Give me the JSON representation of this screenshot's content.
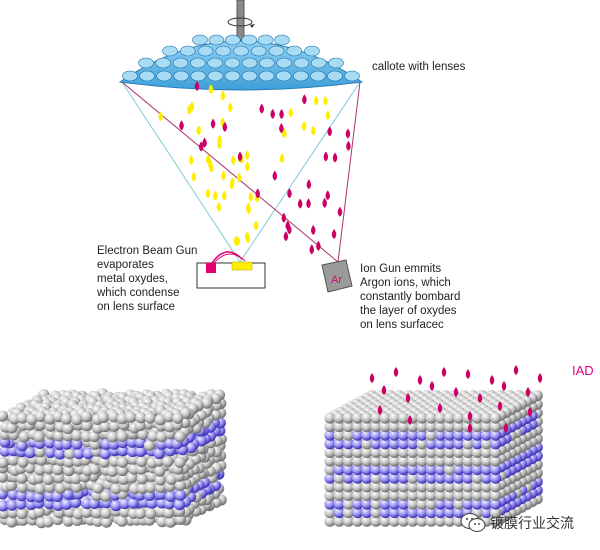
{
  "labels": {
    "callote": "callote with lenses",
    "electron_gun": "Electron Beam Gun\nevaporates\nmetal oxydes,\nwhich condense\non lens surface",
    "ion_gun": "Ion Gun emmits\nArgon ions, which\nconstantly bombard\nthe layer of oxydes\non lens surfacec",
    "ar_symbol": "Ar",
    "iad": "IAD",
    "watermark": "镀膜行业交流"
  },
  "colors": {
    "dome": "#5ab4e6",
    "oxide_particle": "#ffee00",
    "argon_ion": "#cc0066",
    "beam_line": "#7ecbd8",
    "ion_line": "#b0306b",
    "atom_gray": "#b8b8b8",
    "atom_blue": "#8c86ee"
  },
  "icons": {
    "rotation": "rotation-arrow-icon",
    "watermark": "wechat-icon"
  }
}
